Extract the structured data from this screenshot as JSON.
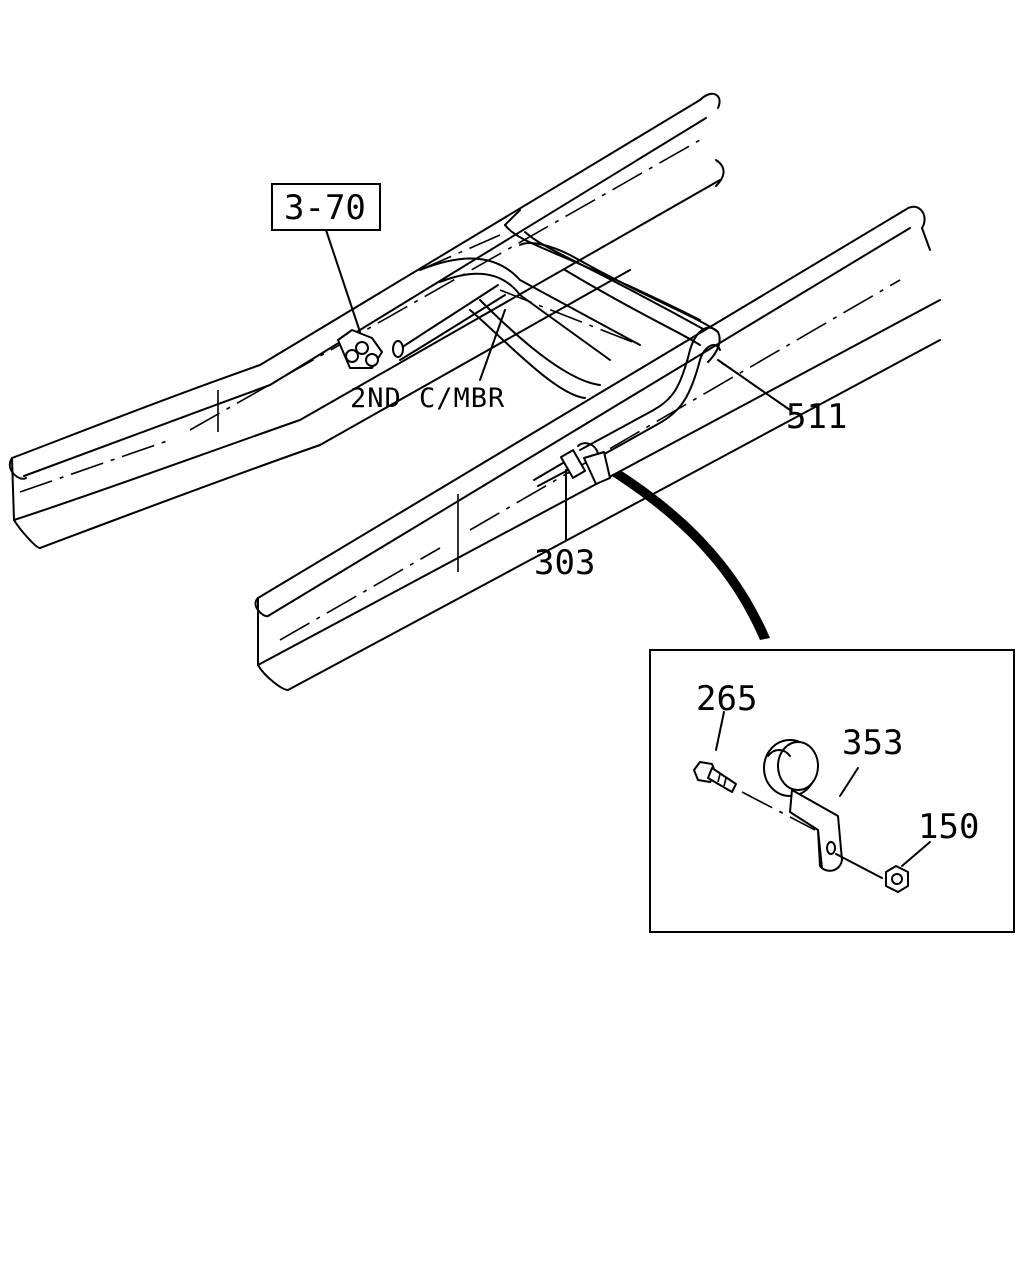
{
  "callouts": {
    "ref_box": "3-70",
    "cross_member": "2ND C/MBR",
    "pipe": "511",
    "connector": "303",
    "bolt": "265",
    "clip": "353",
    "nut": "150"
  },
  "colors": {
    "line": "#000000",
    "background": "#ffffff"
  }
}
